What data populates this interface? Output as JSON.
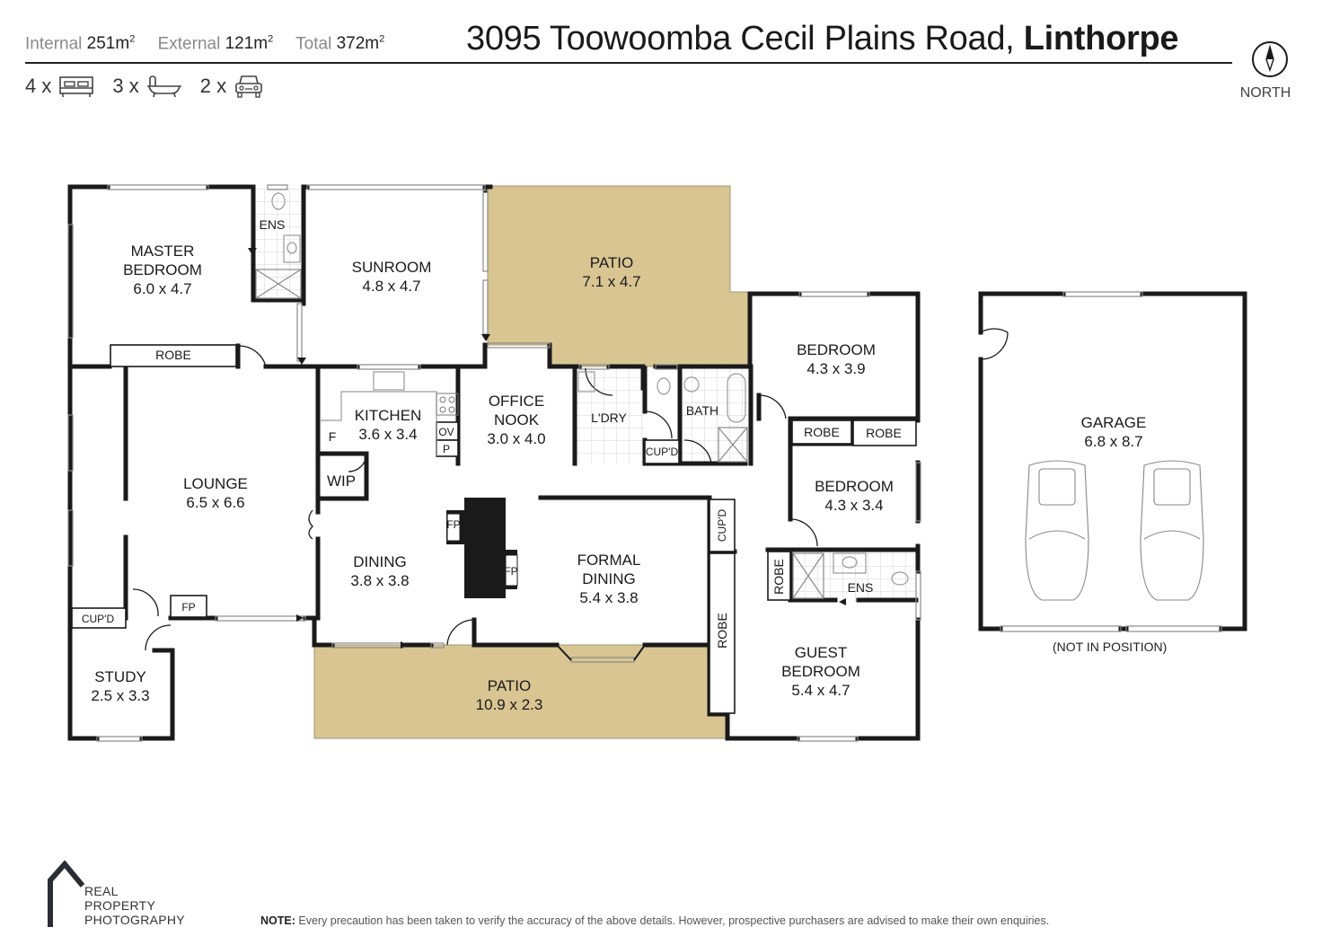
{
  "header": {
    "stats": [
      {
        "label": "Internal",
        "value": "251m",
        "unit_sup": "2"
      },
      {
        "label": "External",
        "value": "121m",
        "unit_sup": "2"
      },
      {
        "label": "Total",
        "value": "372m",
        "unit_sup": "2"
      }
    ],
    "address_street": "3095 Toowoomba Cecil Plains Road,",
    "address_suburb": "Linthorpe",
    "features": [
      {
        "count": "4 x",
        "icon": "bed-icon"
      },
      {
        "count": "3 x",
        "icon": "bath-icon"
      },
      {
        "count": "2 x",
        "icon": "car-icon"
      }
    ],
    "north_label": "NORTH"
  },
  "colors": {
    "wall": "#1a1a1a",
    "patio_fill": "#D8C592",
    "tile_grid": "#cfcfcf",
    "window": "#9a9a9a",
    "background": "#ffffff"
  },
  "rooms": [
    {
      "id": "master-bedroom",
      "name_lines": [
        "MASTER",
        "BEDROOM"
      ],
      "dims": "6.0 x 4.7"
    },
    {
      "id": "ensuite-master",
      "name_lines": [
        "ENS"
      ],
      "dims": ""
    },
    {
      "id": "sunroom",
      "name_lines": [
        "SUNROOM"
      ],
      "dims": "4.8 x 4.7"
    },
    {
      "id": "patio-north",
      "name_lines": [
        "PATIO"
      ],
      "dims": "7.1 x 4.7"
    },
    {
      "id": "robe-master",
      "name_lines": [
        "ROBE"
      ],
      "dims": ""
    },
    {
      "id": "kitchen",
      "name_lines": [
        "KITCHEN"
      ],
      "dims": "3.6 x 3.4"
    },
    {
      "id": "office-nook",
      "name_lines": [
        "OFFICE",
        "NOOK"
      ],
      "dims": "3.0 x 4.0"
    },
    {
      "id": "laundry",
      "name_lines": [
        "L'DRY"
      ],
      "dims": ""
    },
    {
      "id": "bath",
      "name_lines": [
        "BATH"
      ],
      "dims": ""
    },
    {
      "id": "bedroom-2",
      "name_lines": [
        "BEDROOM"
      ],
      "dims": "4.3 x 3.9"
    },
    {
      "id": "bedroom-3",
      "name_lines": [
        "BEDROOM"
      ],
      "dims": "4.3 x 3.4"
    },
    {
      "id": "lounge",
      "name_lines": [
        "LOUNGE"
      ],
      "dims": "6.5 x 6.6"
    },
    {
      "id": "wip",
      "name_lines": [
        "WIP"
      ],
      "dims": ""
    },
    {
      "id": "dining",
      "name_lines": [
        "DINING"
      ],
      "dims": "3.8 x 3.8"
    },
    {
      "id": "formal-dining",
      "name_lines": [
        "FORMAL",
        "DINING"
      ],
      "dims": "5.4 x 3.8"
    },
    {
      "id": "guest-bedroom",
      "name_lines": [
        "GUEST",
        "BEDROOM"
      ],
      "dims": "5.4 x 4.7"
    },
    {
      "id": "ensuite-guest",
      "name_lines": [
        "ENS"
      ],
      "dims": ""
    },
    {
      "id": "study",
      "name_lines": [
        "STUDY"
      ],
      "dims": "2.5 x 3.3"
    },
    {
      "id": "patio-south",
      "name_lines": [
        "PATIO"
      ],
      "dims": "10.9 x 2.3"
    },
    {
      "id": "garage",
      "name_lines": [
        "GARAGE"
      ],
      "dims": "6.8 x 8.7"
    }
  ],
  "fixtures": {
    "robe": "ROBE",
    "cupd": "CUP'D",
    "fp": "FP",
    "fridge": "F",
    "oven": "OV",
    "pantry": "P"
  },
  "garage_caption": "(NOT IN POSITION)",
  "footer": {
    "logo_lines": [
      "REAL",
      "PROPERTY",
      "PHOTOGRAPHY"
    ],
    "note_label": "NOTE:",
    "note_text": " Every precaution has been taken to verify the accuracy of the above details. However, prospective purchasers are advised to make their own enquiries."
  }
}
